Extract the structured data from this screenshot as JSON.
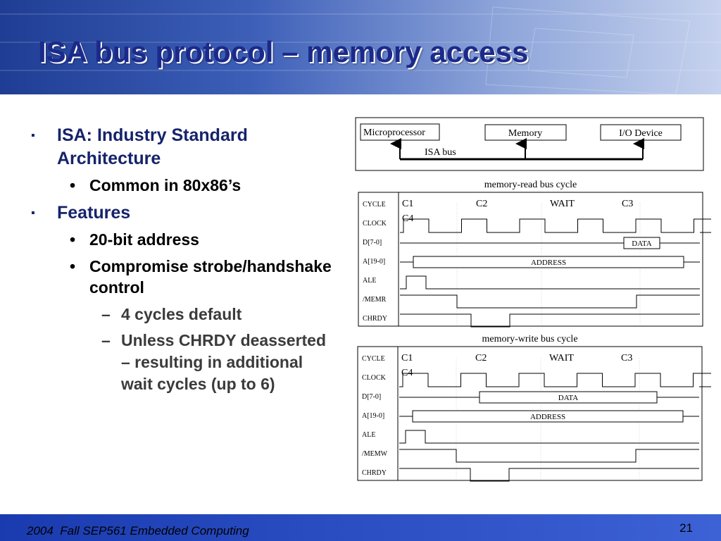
{
  "slide": {
    "title": "ISA bus protocol – memory access",
    "footer": "2004  Fall SEP561 Embedded Computing",
    "page_number": "21"
  },
  "bullets": [
    {
      "level": 1,
      "text": "ISA: Industry Standard Architecture"
    },
    {
      "level": 2,
      "text": "Common in 80x86’s"
    },
    {
      "level": 1,
      "text": "Features"
    },
    {
      "level": 2,
      "text": "20-bit address"
    },
    {
      "level": 2,
      "text": "Compromise strobe/handshake control"
    },
    {
      "level": 3,
      "text": "4 cycles default"
    },
    {
      "level": 3,
      "text": "Unless CHRDY deasserted – resulting in additional wait cycles (up to 6)"
    }
  ],
  "markers": {
    "level1": "▪",
    "level2": "•",
    "level3": "–"
  },
  "bus_diagram": {
    "cpu": "Microprocessor",
    "memory": "Memory",
    "io": "I/O Device",
    "bus": "ISA bus"
  },
  "read_cycle": {
    "title": "memory-read bus cycle",
    "signals": [
      "CYCLE",
      "CLOCK",
      "D[7-0]",
      "A[19-0]",
      "ALE",
      "/MEMR",
      "CHRDY"
    ],
    "cycles": [
      "C1",
      "C2",
      "WAIT",
      "C3",
      "C4"
    ],
    "data_label": "DATA",
    "address_label": "ADDRESS"
  },
  "write_cycle": {
    "title": "memory-write bus cycle",
    "signals": [
      "CYCLE",
      "CLOCK",
      "D[7-0]",
      "A[19-0]",
      "ALE",
      "/MEMW",
      "CHRDY"
    ],
    "cycles": [
      "C1",
      "C2",
      "WAIT",
      "C3",
      "C4"
    ],
    "data_label": "DATA",
    "address_label": "ADDRESS"
  },
  "colors": {
    "title": "#1b2a8a",
    "level1_text": "#16236b",
    "level3_text": "#3b3b3b",
    "footer_bar": "#2a4cc4"
  }
}
